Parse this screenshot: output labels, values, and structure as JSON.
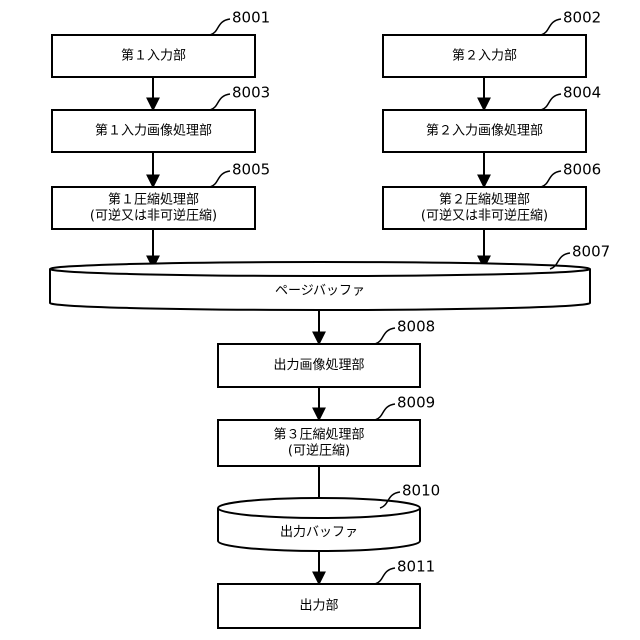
{
  "nodes": {
    "input1": {
      "ref": "8001",
      "lines": [
        "第１入力部"
      ]
    },
    "input2": {
      "ref": "8002",
      "lines": [
        "第２入力部"
      ]
    },
    "imgproc1": {
      "ref": "8003",
      "lines": [
        "第１入力画像処理部"
      ]
    },
    "imgproc2": {
      "ref": "8004",
      "lines": [
        "第２入力画像処理部"
      ]
    },
    "comp1": {
      "ref": "8005",
      "lines": [
        "第１圧縮処理部",
        "(可逆又は非可逆圧縮)"
      ]
    },
    "comp2": {
      "ref": "8006",
      "lines": [
        "第２圧縮処理部",
        "(可逆又は非可逆圧縮)"
      ]
    },
    "pagebuf": {
      "ref": "8007",
      "lines": [
        "ページバッファ"
      ]
    },
    "outproc": {
      "ref": "8008",
      "lines": [
        "出力画像処理部"
      ]
    },
    "comp3": {
      "ref": "8009",
      "lines": [
        "第３圧縮処理部",
        "(可逆圧縮)"
      ]
    },
    "outbuf": {
      "ref": "8010",
      "lines": [
        "出力バッファ"
      ]
    },
    "output": {
      "ref": "8011",
      "lines": [
        "出力部"
      ]
    }
  },
  "edges": [
    [
      "input1",
      "imgproc1"
    ],
    [
      "imgproc1",
      "comp1"
    ],
    [
      "comp1",
      "pagebuf"
    ],
    [
      "input2",
      "imgproc2"
    ],
    [
      "imgproc2",
      "comp2"
    ],
    [
      "comp2",
      "pagebuf"
    ],
    [
      "pagebuf",
      "outproc"
    ],
    [
      "outproc",
      "comp3"
    ],
    [
      "comp3",
      "outbuf"
    ],
    [
      "outbuf",
      "output"
    ]
  ]
}
